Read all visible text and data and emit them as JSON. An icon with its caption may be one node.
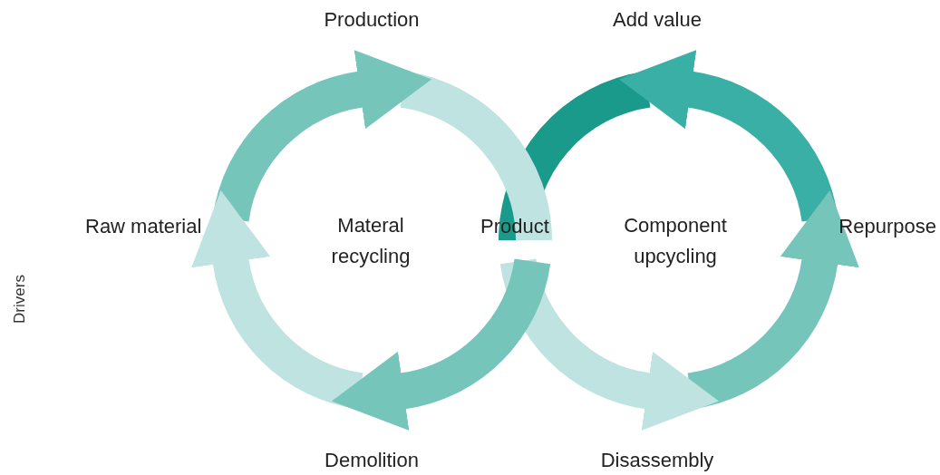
{
  "diagram": {
    "nodes": [
      {
        "text": [
          "Production"
        ]
      },
      {
        "text": [
          "Add value"
        ]
      },
      {
        "text": [
          "Raw material"
        ]
      },
      {
        "text": [
          "Product"
        ]
      },
      {
        "text": [
          "Repurpose"
        ]
      },
      {
        "text": [
          "Demolition"
        ]
      },
      {
        "text": [
          "Disassembly"
        ]
      }
    ],
    "edges": [
      {
        "from": 6,
        "to": 4,
        "arrow": "to",
        "color": "#76c5bb"
      },
      {
        "from": 4,
        "to": 1,
        "arrow": "to",
        "color": "#3aafa5"
      },
      {
        "from": 1,
        "to": 3,
        "arrow": "none",
        "color": "#1a9a8a"
      },
      {
        "from": 2,
        "to": 0,
        "arrow": "to",
        "color": "#76c5bb"
      },
      {
        "from": 3,
        "to": 5,
        "arrow": "to",
        "color": "#76c5bb"
      },
      {
        "from": 5,
        "to": 2,
        "arrow": "to",
        "color": "#bfe3e0"
      },
      {
        "from": 0,
        "to": 3,
        "arrow": "none",
        "color": "#bfe3e0"
      },
      {
        "from": 3,
        "to": 6,
        "arrow": "to",
        "color": "#bfe3e0"
      }
    ],
    "labels": [
      "Materal recycling",
      "Component upcycling",
      "Drivers"
    ]
  }
}
